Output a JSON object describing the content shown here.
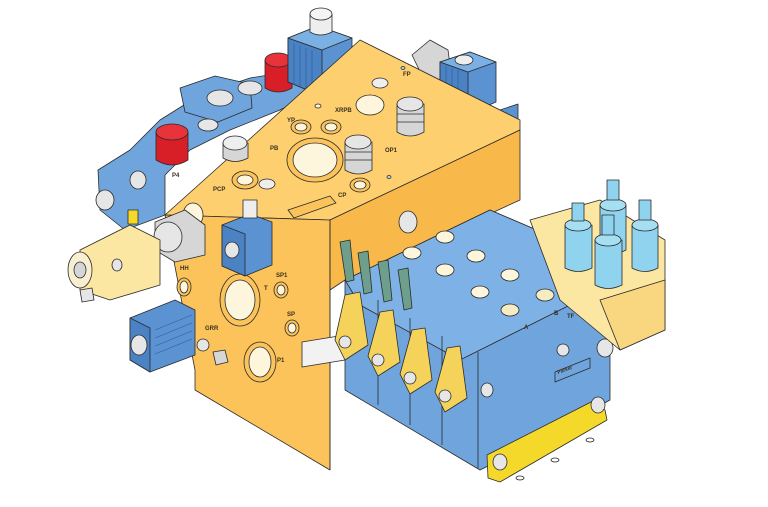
{
  "illustration": {
    "subject": "Hydraulic valve assembly",
    "colors": {
      "background": "#ffffff",
      "manifold_block": "#fbc35a",
      "manifold_top": "#fdcf6e",
      "valve_sections": "#6fa5dc",
      "solenoid_coils": "#5b93d2",
      "light_blue_coils": "#8fd3ee",
      "red_caps": "#d81e26",
      "pale_yellow_parts": "#fbe6a2",
      "bracket_yellow": "#f5d92a",
      "fittings_grey": "#d6d6d6",
      "green_connectors": "#6e9e8c",
      "port_face": "#fdf6dc",
      "outline": "#2b2b2b"
    },
    "port_labels": {
      "p4": "P4",
      "pcp": "PCP",
      "pb": "PB",
      "yp": "YP",
      "xrpb": "XRPB",
      "fp": "FP",
      "op1": "OP1",
      "cp": "CP",
      "hh": "HH",
      "t": "T",
      "sp1": "SP1",
      "sp": "SP",
      "grr": "GRR",
      "p1": "P1",
      "a": "A",
      "b": "B",
      "tf": "TF"
    },
    "nameplate_text": "Parker",
    "section_count": 4,
    "solenoid_cartridges": 4
  }
}
